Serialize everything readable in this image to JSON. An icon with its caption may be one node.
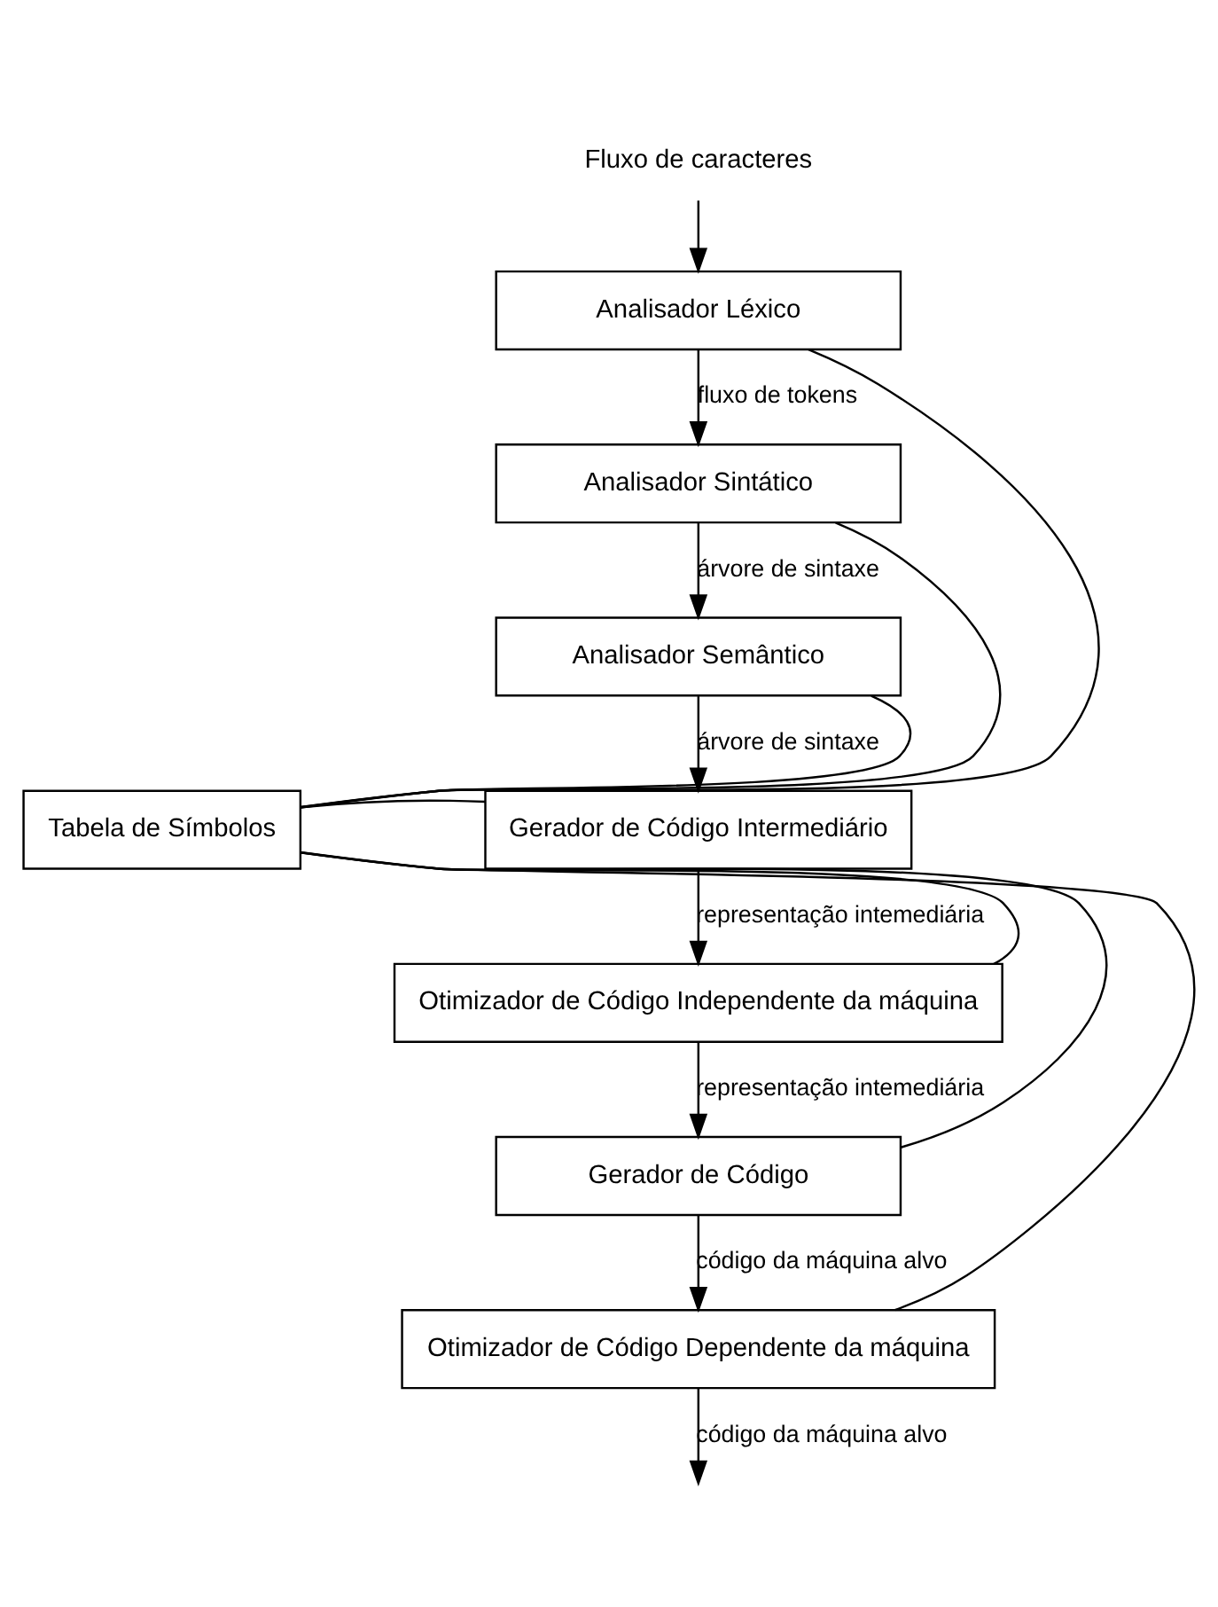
{
  "diagram": {
    "nodes": [
      {
        "text": [
          "Fluxo de caracteres"
        ]
      },
      {
        "text": [
          "Analisador Léxico"
        ]
      },
      {
        "text": [
          "Analisador Sintático"
        ]
      },
      {
        "text": [
          "Analisador Semântico"
        ]
      },
      {
        "text": [
          "Gerador de Código Intermediário"
        ]
      },
      {
        "text": [
          "Otimizador de Código Independente da máquina"
        ]
      },
      {
        "text": [
          "Gerador de Código"
        ]
      },
      {
        "text": [
          "Otimizador de Código Dependente da máquina"
        ]
      },
      {
        "text": [
          "Tabela de Símbolos"
        ]
      }
    ],
    "edges": [
      {
        "from": 0,
        "to": 1,
        "arrow": "to"
      },
      {
        "from": 1,
        "to": 2,
        "arrow": "to",
        "label": "fluxo de tokens"
      },
      {
        "from": 2,
        "to": 3,
        "arrow": "to",
        "label": "árvore de sintaxe"
      },
      {
        "from": 3,
        "to": 4,
        "arrow": "to",
        "label": "árvore de sintaxe"
      },
      {
        "from": 4,
        "to": 5,
        "arrow": "to",
        "label": "representação intemediária"
      },
      {
        "from": 5,
        "to": 6,
        "arrow": "to",
        "label": "representação intemediária"
      },
      {
        "from": 6,
        "to": 7,
        "arrow": "to",
        "label": "código da máquina alvo"
      },
      {
        "from": 7,
        "to": null,
        "arrow": "to",
        "label": "código da máquina alvo"
      },
      {
        "from": 8,
        "to": 1,
        "arrow": "none"
      },
      {
        "from": 8,
        "to": 2,
        "arrow": "none"
      },
      {
        "from": 8,
        "to": 3,
        "arrow": "none"
      },
      {
        "from": 8,
        "to": 4,
        "arrow": "none"
      },
      {
        "from": 8,
        "to": 5,
        "arrow": "none"
      },
      {
        "from": 8,
        "to": 6,
        "arrow": "none"
      },
      {
        "from": 8,
        "to": 7,
        "arrow": "none"
      }
    ]
  }
}
